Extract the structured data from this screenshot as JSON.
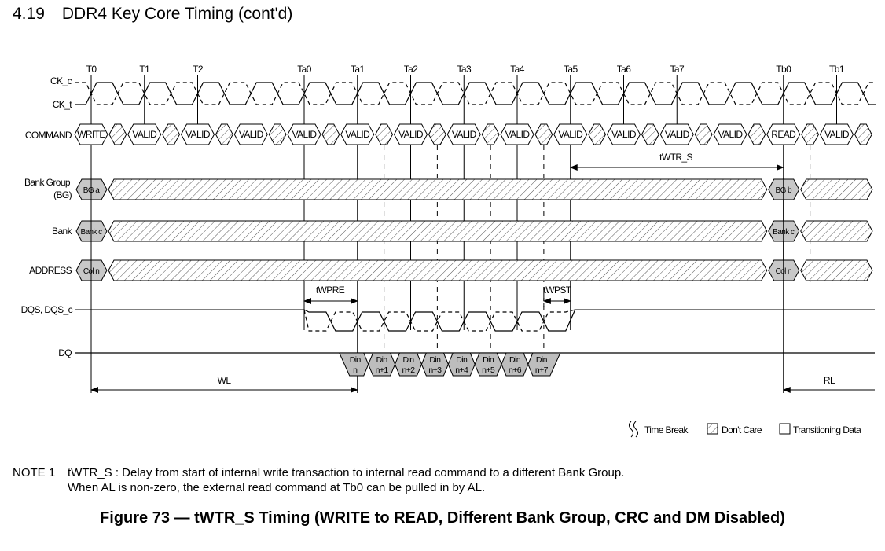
{
  "section": {
    "number": "4.19",
    "title": "DDR4 Key Core Timing (cont'd)"
  },
  "diagram": {
    "clock_labels": [
      "T0",
      "T1",
      "T2",
      "Ta0",
      "Ta1",
      "Ta2",
      "Ta3",
      "Ta4",
      "Ta5",
      "Ta6",
      "Ta7",
      "Tb0",
      "Tb1"
    ],
    "signals": {
      "ck_c": "CK_c",
      "ck_t": "CK_t",
      "command": "COMMAND",
      "bg_line1": "Bank Group",
      "bg_line2": "(BG)",
      "bank": "Bank",
      "address": "ADDRESS",
      "dqs": "DQS, DQS_c",
      "dq": "DQ"
    },
    "commands": [
      "WRITE",
      "VALID",
      "VALID",
      "VALID",
      "VALID",
      "VALID",
      "VALID",
      "VALID",
      "VALID",
      "VALID",
      "VALID",
      "VALID",
      "VALID",
      "READ",
      "VALID"
    ],
    "bank_group": [
      "BG a",
      "BG b"
    ],
    "bank": [
      "Bank c",
      "Bank c"
    ],
    "address": [
      "Col n",
      "Col n"
    ],
    "data": [
      {
        "l1": "Din",
        "l2": "n"
      },
      {
        "l1": "Din",
        "l2": "n+1"
      },
      {
        "l1": "Din",
        "l2": "n+2"
      },
      {
        "l1": "Din",
        "l2": "n+3"
      },
      {
        "l1": "Din",
        "l2": "n+4"
      },
      {
        "l1": "Din",
        "l2": "n+5"
      },
      {
        "l1": "Din",
        "l2": "n+6"
      },
      {
        "l1": "Din",
        "l2": "n+7"
      }
    ],
    "timings": {
      "twtr_s": "tWTR_S",
      "twpre": "tWPRE",
      "twpst": "tWPST",
      "wl": "WL",
      "rl": "RL"
    }
  },
  "legend": {
    "time_break": "Time Break",
    "dont_care": "Don't Care",
    "transitioning": "Transitioning Data"
  },
  "note": {
    "label": "NOTE 1",
    "line1": "tWTR_S : Delay from start of internal write transaction to internal read command to a different Bank Group.",
    "line2": "When AL is non-zero, the external read command at Tb0 can be pulled in by AL."
  },
  "caption": "Figure 73 — tWTR_S Timing (WRITE to READ, Different Bank Group, CRC and DM Disabled)"
}
